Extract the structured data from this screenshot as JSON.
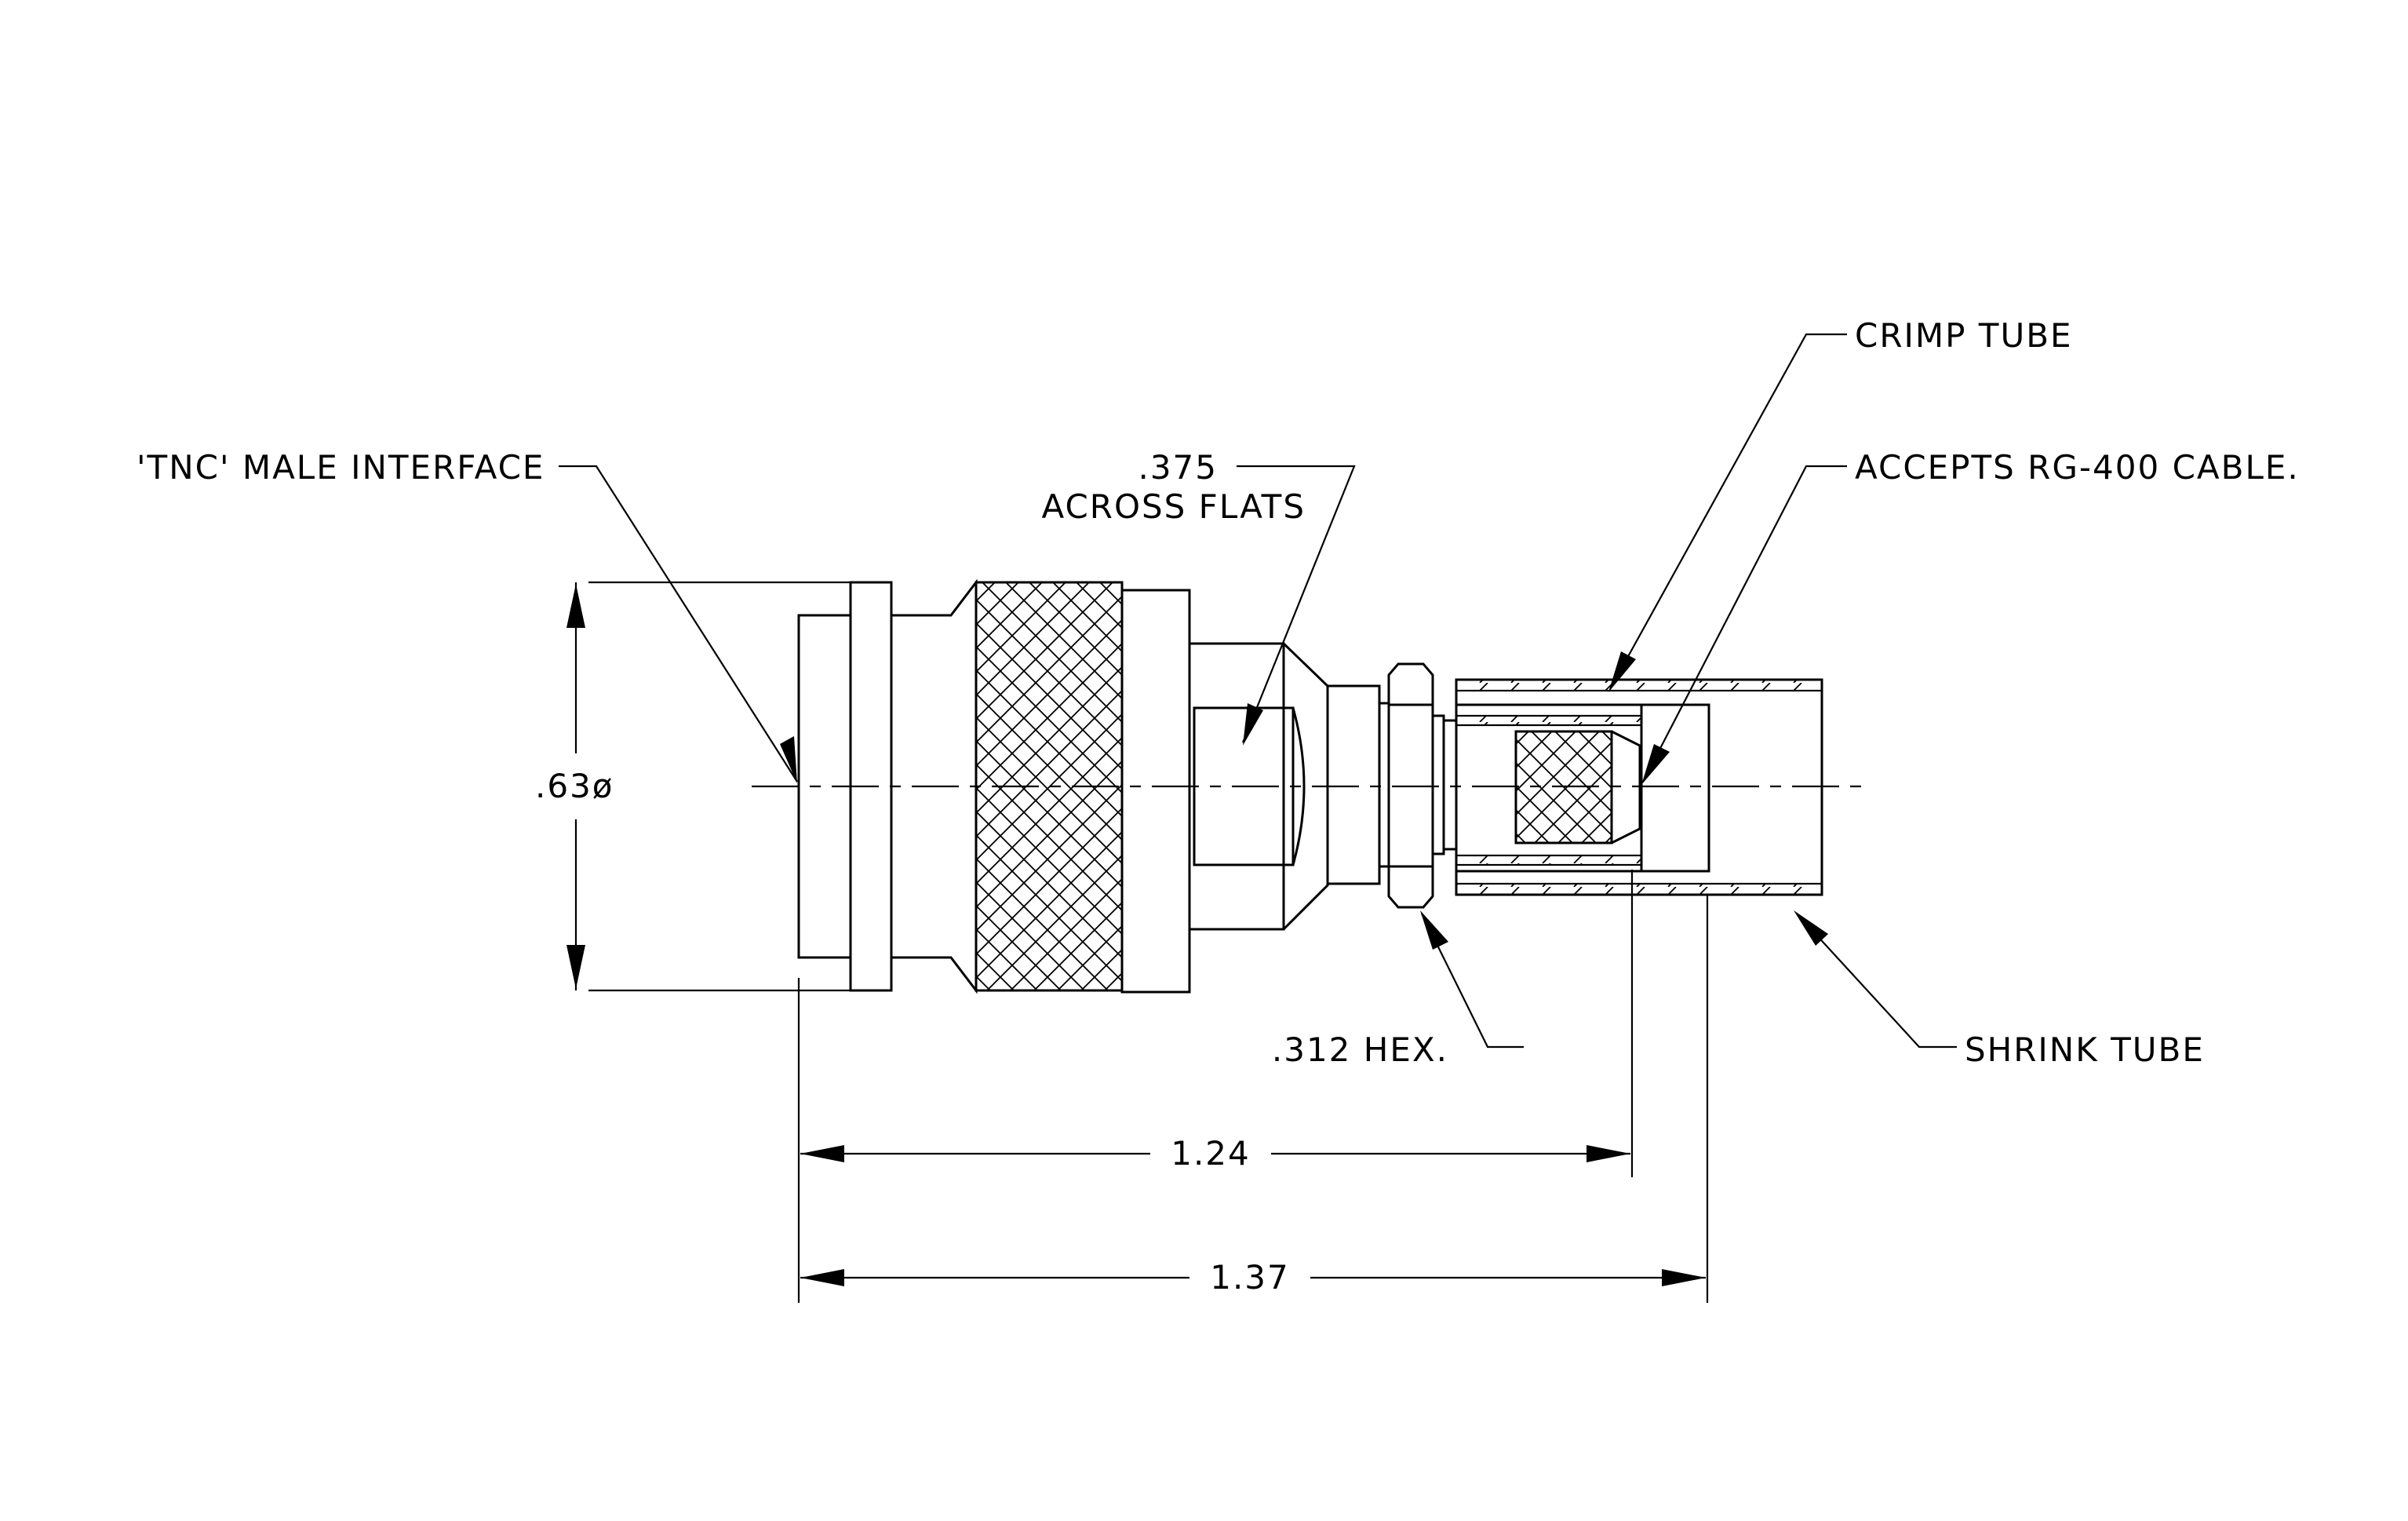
{
  "labels": {
    "tnc_interface": "'TNC' MALE INTERFACE",
    "across_flats_value": ".375",
    "across_flats_text": "ACROSS FLATS",
    "crimp_tube": "CRIMP TUBE",
    "accepts_cable": "ACCEPTS RG-400 CABLE.",
    "hex": ".312 HEX.",
    "shrink_tube": "SHRINK TUBE"
  },
  "dimensions": {
    "diameter": ".63ø",
    "length_crimp": "1.24",
    "length_overall": "1.37"
  }
}
